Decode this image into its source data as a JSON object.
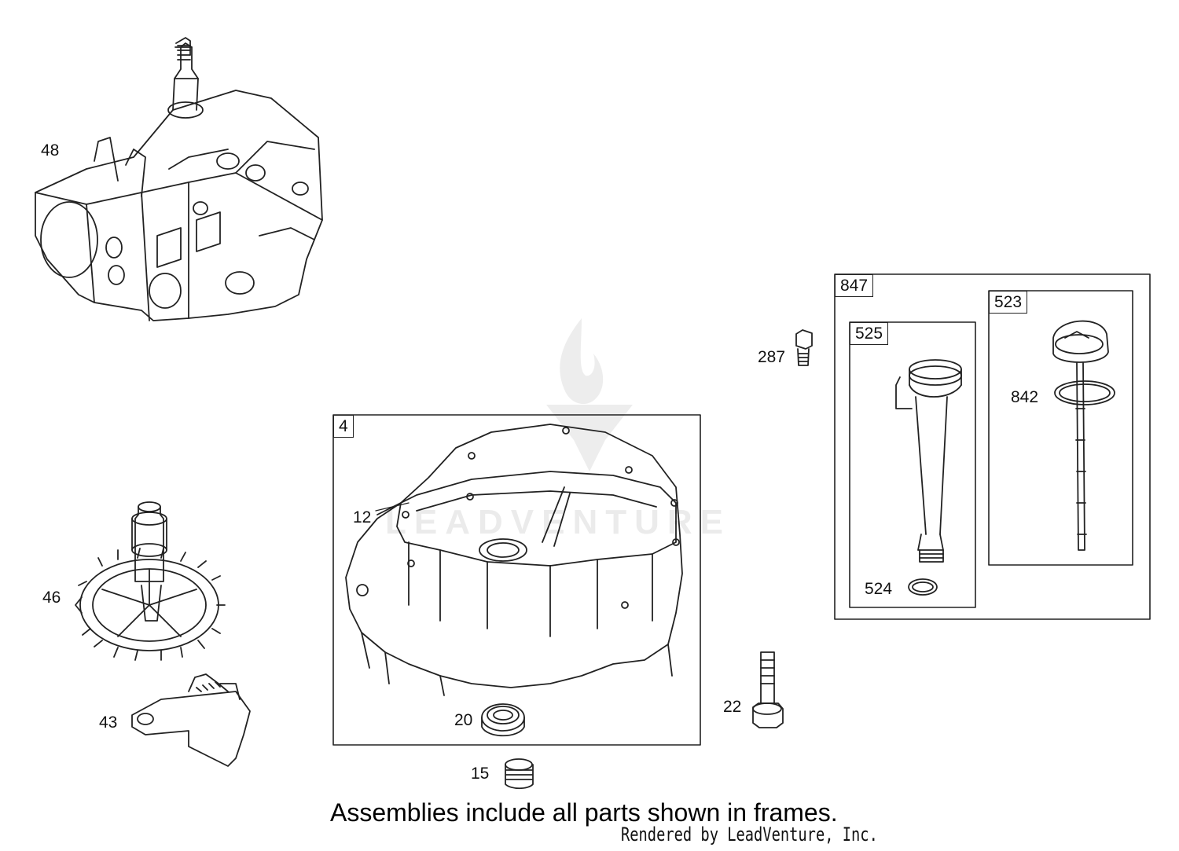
{
  "diagram": {
    "caption": "Assemblies include all parts shown in frames.",
    "credit": "Rendered by LeadVenture, Inc.",
    "watermark": "LEADVENTURE",
    "frames": {
      "f4": "4",
      "f847": "847",
      "f525": "525",
      "f523": "523"
    },
    "callouts": {
      "c48": "48",
      "c46": "46",
      "c43": "43",
      "c287": "287",
      "c842": "842",
      "c524": "524",
      "c12": "12",
      "c20": "20",
      "c22": "22",
      "c15": "15"
    }
  }
}
